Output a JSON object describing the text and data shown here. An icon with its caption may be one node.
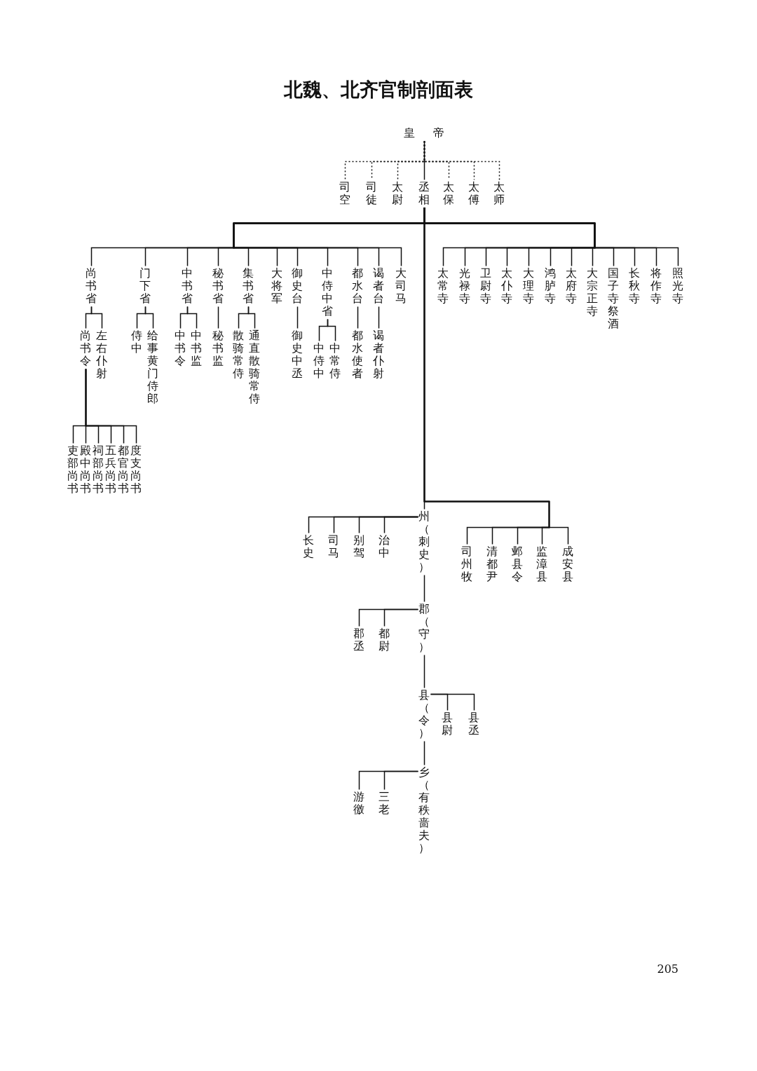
{
  "diagram": {
    "title": "北魏、北齐官制剖面表",
    "nodes": [
      {
        "text": [
          "皇帝"
        ]
      },
      {
        "text": [
          "司空"
        ]
      },
      {
        "text": [
          "司徒"
        ]
      },
      {
        "text": [
          "太尉"
        ]
      },
      {
        "text": [
          "丞相"
        ]
      },
      {
        "text": [
          "太保"
        ]
      },
      {
        "text": [
          "太傅"
        ]
      },
      {
        "text": [
          "太师"
        ]
      },
      {
        "text": [
          "尚书省"
        ]
      },
      {
        "text": [
          "门下省"
        ]
      },
      {
        "text": [
          "中书省"
        ]
      },
      {
        "text": [
          "秘书省"
        ]
      },
      {
        "text": [
          "集书省"
        ]
      },
      {
        "text": [
          "大将军"
        ]
      },
      {
        "text": [
          "御史台"
        ]
      },
      {
        "text": [
          "中侍中省"
        ]
      },
      {
        "text": [
          "都水台"
        ]
      },
      {
        "text": [
          "谒者台"
        ]
      },
      {
        "text": [
          "大司马"
        ]
      },
      {
        "text": [
          "太常寺"
        ]
      },
      {
        "text": [
          "光禄寺"
        ]
      },
      {
        "text": [
          "卫尉寺"
        ]
      },
      {
        "text": [
          "太仆寺"
        ]
      },
      {
        "text": [
          "大理寺"
        ]
      },
      {
        "text": [
          "鸿胪寺"
        ]
      },
      {
        "text": [
          "太府寺"
        ]
      },
      {
        "text": [
          "大宗正寺"
        ]
      },
      {
        "text": [
          "国子寺祭酒"
        ]
      },
      {
        "text": [
          "长秋寺"
        ]
      },
      {
        "text": [
          "将作寺"
        ]
      },
      {
        "text": [
          "照光寺"
        ]
      },
      {
        "text": [
          "尚书令"
        ]
      },
      {
        "text": [
          "左右仆射"
        ]
      },
      {
        "text": [
          "侍中"
        ]
      },
      {
        "text": [
          "给事黄门侍郎"
        ]
      },
      {
        "text": [
          "中书令"
        ]
      },
      {
        "text": [
          "中书监"
        ]
      },
      {
        "text": [
          "秘书监"
        ]
      },
      {
        "text": [
          "散骑常侍"
        ]
      },
      {
        "text": [
          "通直散骑常侍"
        ]
      },
      {
        "text": [
          "御史中丞"
        ]
      },
      {
        "text": [
          "中侍中"
        ]
      },
      {
        "text": [
          "中常侍"
        ]
      },
      {
        "text": [
          "都水使者"
        ]
      },
      {
        "text": [
          "谒者仆射"
        ]
      },
      {
        "text": [
          "吏部尚书"
        ]
      },
      {
        "text": [
          "殿中尚书"
        ]
      },
      {
        "text": [
          "祠部尚书"
        ]
      },
      {
        "text": [
          "五兵尚书"
        ]
      },
      {
        "text": [
          "都官尚书"
        ]
      },
      {
        "text": [
          "度支尚书"
        ]
      },
      {
        "text": [
          "州（刺史）"
        ]
      },
      {
        "text": [
          "长史"
        ]
      },
      {
        "text": [
          "司马"
        ]
      },
      {
        "text": [
          "别驾"
        ]
      },
      {
        "text": [
          "治中"
        ]
      },
      {
        "text": [
          "司州牧"
        ]
      },
      {
        "text": [
          "清都尹"
        ]
      },
      {
        "text": [
          "邺县令"
        ]
      },
      {
        "text": [
          "监漳县"
        ]
      },
      {
        "text": [
          "成安县"
        ]
      },
      {
        "text": [
          "郡（守）"
        ]
      },
      {
        "text": [
          "郡丞"
        ]
      },
      {
        "text": [
          "都尉"
        ]
      },
      {
        "text": [
          "县（令）"
        ]
      },
      {
        "text": [
          "县尉"
        ]
      },
      {
        "text": [
          "县丞"
        ]
      },
      {
        "text": [
          "乡（有秩啬夫）"
        ]
      },
      {
        "text": [
          "游徼"
        ]
      },
      {
        "text": [
          "三老"
        ]
      }
    ],
    "edges": [
      {
        "from": 0,
        "to": 1,
        "arrow": "none",
        "style": "dashed"
      },
      {
        "from": 0,
        "to": 2,
        "arrow": "none",
        "style": "dashed"
      },
      {
        "from": 0,
        "to": 3,
        "arrow": "none",
        "style": "dashed"
      },
      {
        "from": 0,
        "to": 4,
        "arrow": "none"
      },
      {
        "from": 0,
        "to": 5,
        "arrow": "none",
        "style": "dashed"
      },
      {
        "from": 0,
        "to": 6,
        "arrow": "none",
        "style": "dashed"
      },
      {
        "from": 0,
        "to": 7,
        "arrow": "none",
        "style": "dashed"
      },
      {
        "from": 4,
        "to": 8,
        "arrow": "none"
      },
      {
        "from": 4,
        "to": 9,
        "arrow": "none"
      },
      {
        "from": 4,
        "to": 10,
        "arrow": "none"
      },
      {
        "from": 4,
        "to": 11,
        "arrow": "none"
      },
      {
        "from": 4,
        "to": 12,
        "arrow": "none"
      },
      {
        "from": 4,
        "to": 13,
        "arrow": "none"
      },
      {
        "from": 4,
        "to": 14,
        "arrow": "none"
      },
      {
        "from": 4,
        "to": 15,
        "arrow": "none"
      },
      {
        "from": 4,
        "to": 16,
        "arrow": "none"
      },
      {
        "from": 4,
        "to": 17,
        "arrow": "none"
      },
      {
        "from": 4,
        "to": 18,
        "arrow": "none"
      },
      {
        "from": 4,
        "to": 19,
        "arrow": "none"
      },
      {
        "from": 4,
        "to": 20,
        "arrow": "none"
      },
      {
        "from": 4,
        "to": 21,
        "arrow": "none"
      },
      {
        "from": 4,
        "to": 22,
        "arrow": "none"
      },
      {
        "from": 4,
        "to": 23,
        "arrow": "none"
      },
      {
        "from": 4,
        "to": 24,
        "arrow": "none"
      },
      {
        "from": 4,
        "to": 25,
        "arrow": "none"
      },
      {
        "from": 4,
        "to": 26,
        "arrow": "none"
      },
      {
        "from": 4,
        "to": 27,
        "arrow": "none"
      },
      {
        "from": 4,
        "to": 28,
        "arrow": "none"
      },
      {
        "from": 4,
        "to": 29,
        "arrow": "none"
      },
      {
        "from": 4,
        "to": 30,
        "arrow": "none"
      },
      {
        "from": 8,
        "to": 31,
        "arrow": "none"
      },
      {
        "from": 8,
        "to": 32,
        "arrow": "none"
      },
      {
        "from": 9,
        "to": 33,
        "arrow": "none"
      },
      {
        "from": 9,
        "to": 34,
        "arrow": "none"
      },
      {
        "from": 10,
        "to": 35,
        "arrow": "none"
      },
      {
        "from": 10,
        "to": 36,
        "arrow": "none"
      },
      {
        "from": 11,
        "to": 37,
        "arrow": "none"
      },
      {
        "from": 12,
        "to": 38,
        "arrow": "none"
      },
      {
        "from": 12,
        "to": 39,
        "arrow": "none"
      },
      {
        "from": 14,
        "to": 40,
        "arrow": "none"
      },
      {
        "from": 15,
        "to": 41,
        "arrow": "none"
      },
      {
        "from": 15,
        "to": 42,
        "arrow": "none"
      },
      {
        "from": 16,
        "to": 43,
        "arrow": "none"
      },
      {
        "from": 17,
        "to": 44,
        "arrow": "none"
      },
      {
        "from": 31,
        "to": 45,
        "arrow": "none"
      },
      {
        "from": 31,
        "to": 46,
        "arrow": "none"
      },
      {
        "from": 31,
        "to": 47,
        "arrow": "none"
      },
      {
        "from": 31,
        "to": 48,
        "arrow": "none"
      },
      {
        "from": 31,
        "to": 49,
        "arrow": "none"
      },
      {
        "from": 31,
        "to": 50,
        "arrow": "none"
      },
      {
        "from": 4,
        "to": 51,
        "arrow": "none"
      },
      {
        "from": 51,
        "to": 52,
        "arrow": "none"
      },
      {
        "from": 51,
        "to": 53,
        "arrow": "none"
      },
      {
        "from": 51,
        "to": 54,
        "arrow": "none"
      },
      {
        "from": 51,
        "to": 55,
        "arrow": "none"
      },
      {
        "from": 4,
        "to": 56,
        "arrow": "none"
      },
      {
        "from": 4,
        "to": 57,
        "arrow": "none"
      },
      {
        "from": 4,
        "to": 58,
        "arrow": "none"
      },
      {
        "from": 4,
        "to": 59,
        "arrow": "none"
      },
      {
        "from": 4,
        "to": 60,
        "arrow": "none"
      },
      {
        "from": 51,
        "to": 61,
        "arrow": "none"
      },
      {
        "from": 61,
        "to": 62,
        "arrow": "none"
      },
      {
        "from": 61,
        "to": 63,
        "arrow": "none"
      },
      {
        "from": 61,
        "to": 64,
        "arrow": "none"
      },
      {
        "from": 64,
        "to": 65,
        "arrow": "none"
      },
      {
        "from": 64,
        "to": 66,
        "arrow": "none"
      },
      {
        "from": 64,
        "to": 67,
        "arrow": "none"
      },
      {
        "from": 67,
        "to": 68,
        "arrow": "none"
      },
      {
        "from": 67,
        "to": 69,
        "arrow": "none"
      }
    ],
    "labels": [
      "205"
    ]
  }
}
